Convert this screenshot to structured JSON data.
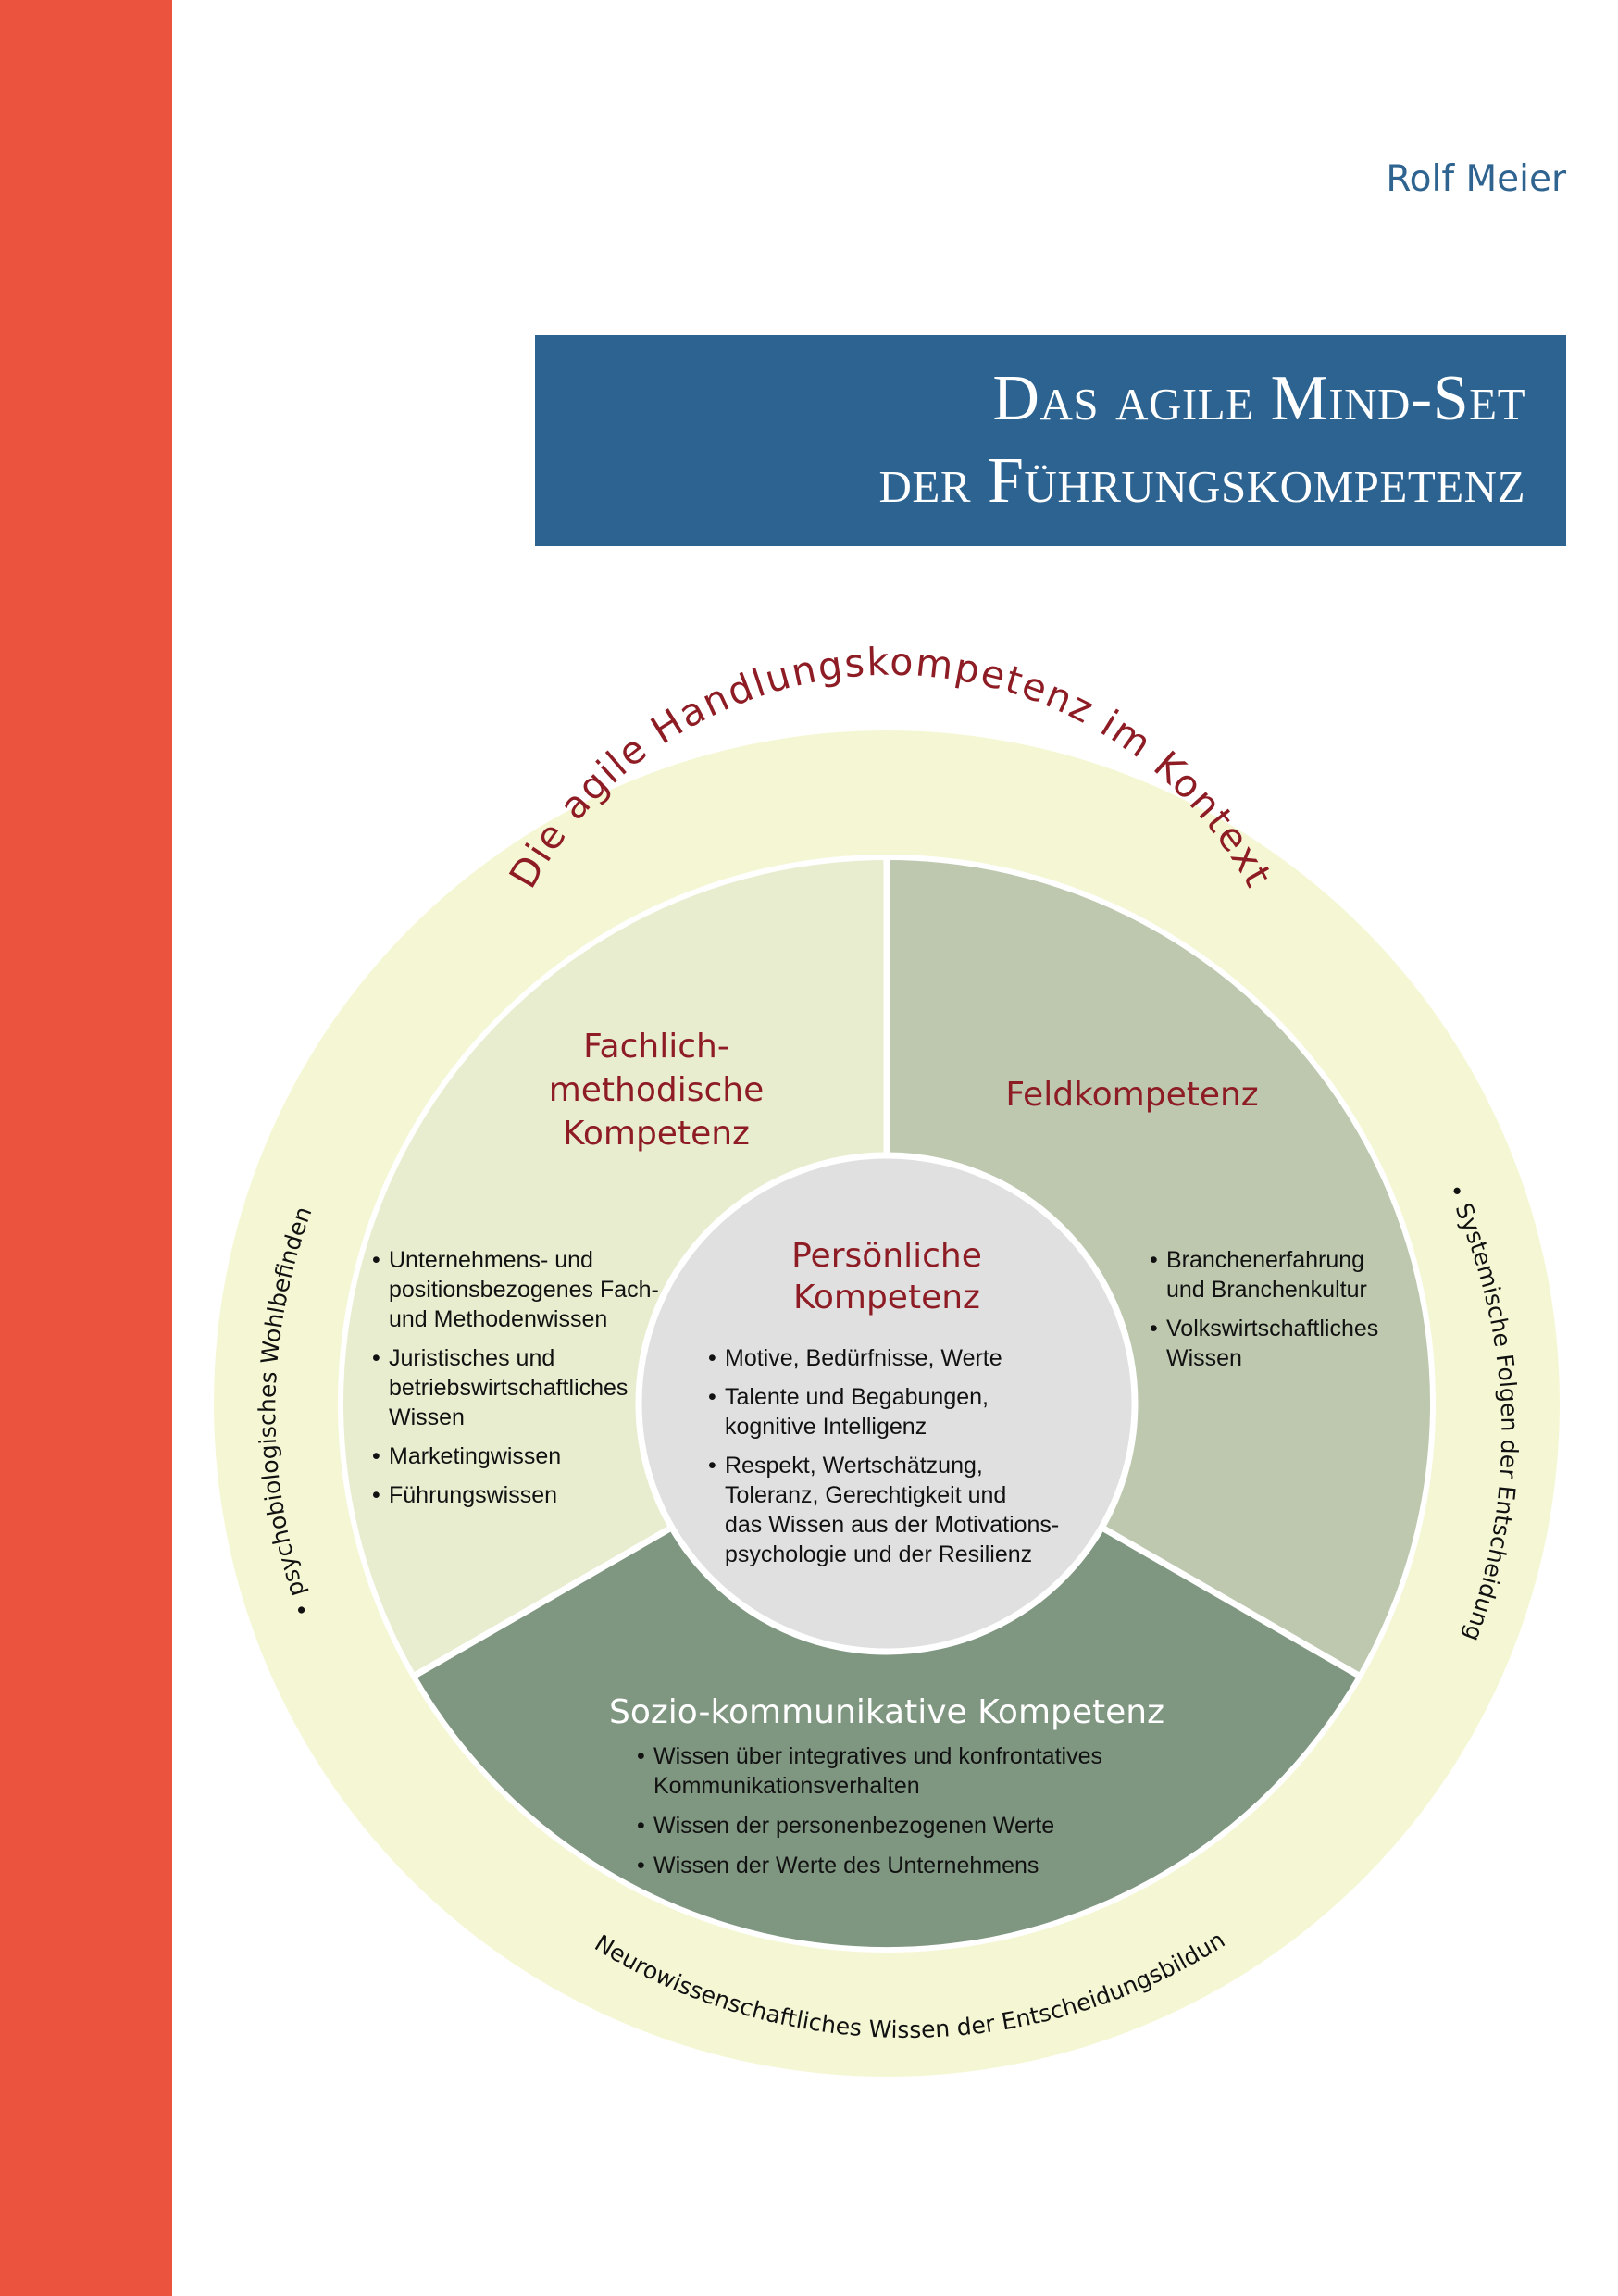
{
  "cover": {
    "author": "Rolf Meier",
    "title_line1": "Das agile Mind-Set",
    "title_line2": "der Führungskompetenz",
    "colors": {
      "spine": "#ec533f",
      "title_box": "#2c6391",
      "outer_ring": "#f5f7d4",
      "fachlich": "#e9edcf",
      "feld": "#bdc8af",
      "sozio": "#7f9681",
      "center": "#e0e0e0",
      "accent_text": "#8e1c24"
    }
  },
  "diagram": {
    "arc_title": "Die agile Handlungskompetenz im Kontext",
    "left_ring_text": "• psychobiologisches Wohlbefinden",
    "right_ring_text": "• Systemische Folgen der Entscheidung",
    "bottom_ring_text": "• Neurowissenschaftliches Wissen der Entscheidungsbildung",
    "fachlich": {
      "title_lines": [
        "Fachlich-",
        "methodische",
        "Kompetenz"
      ],
      "items": [
        [
          "Unternehmens- und",
          "positionsbezogenes Fach-",
          "und Methodenwissen"
        ],
        [
          "Juristisches und",
          "betriebswirtschaftliches",
          "Wissen"
        ],
        [
          "Marketingwissen"
        ],
        [
          "Führungswissen"
        ]
      ]
    },
    "feld": {
      "title": "Feldkompetenz",
      "items": [
        [
          "Branchenerfahrung",
          "und Branchenkultur"
        ],
        [
          "Volkswirtschaftliches",
          "Wissen"
        ]
      ]
    },
    "persoenlich": {
      "title_lines": [
        "Persönliche",
        "Kompetenz"
      ],
      "items": [
        [
          "Motive, Bedürfnisse, Werte"
        ],
        [
          "Talente und Begabungen,",
          "kognitive Intelligenz"
        ],
        [
          "Respekt, Wertschätzung,",
          "Toleranz, Gerechtigkeit und",
          "das Wissen aus der Motivations-",
          "psychologie und der Resilienz"
        ]
      ]
    },
    "sozio": {
      "title": "Sozio-kommunikative Kompetenz",
      "items": [
        [
          "Wissen über integratives und konfrontatives",
          "Kommunikationsverhalten"
        ],
        [
          "Wissen der personenbezogenen Werte"
        ],
        [
          "Wissen der Werte des Unternehmens"
        ]
      ]
    }
  }
}
